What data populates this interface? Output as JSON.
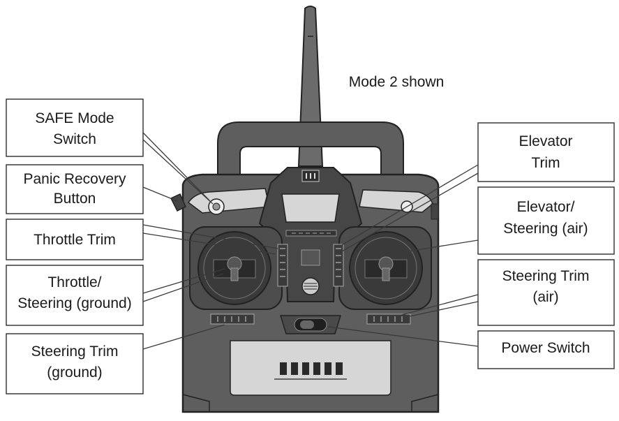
{
  "caption": "Mode 2 shown",
  "labels": {
    "safe_mode_switch": [
      "SAFE Mode",
      "Switch"
    ],
    "panic_recovery_button": [
      "Panic Recovery",
      "Button"
    ],
    "throttle_trim": [
      "Throttle Trim"
    ],
    "throttle_steering_ground": [
      "Throttle/",
      "Steering (ground)"
    ],
    "steering_trim_ground": [
      "Steering Trim",
      "(ground)"
    ],
    "elevator_trim": [
      "Elevator",
      "Trim"
    ],
    "elevator_steering_air": [
      "Elevator/",
      "Steering (air)"
    ],
    "steering_trim_air": [
      "Steering Trim",
      "(air)"
    ],
    "power_switch": [
      "Power Switch"
    ]
  },
  "colors": {
    "body_dark": "#5e5e5e",
    "body_mid": "#8a8a8a",
    "panel_light": "#d6d6d6",
    "outline": "#222222"
  }
}
